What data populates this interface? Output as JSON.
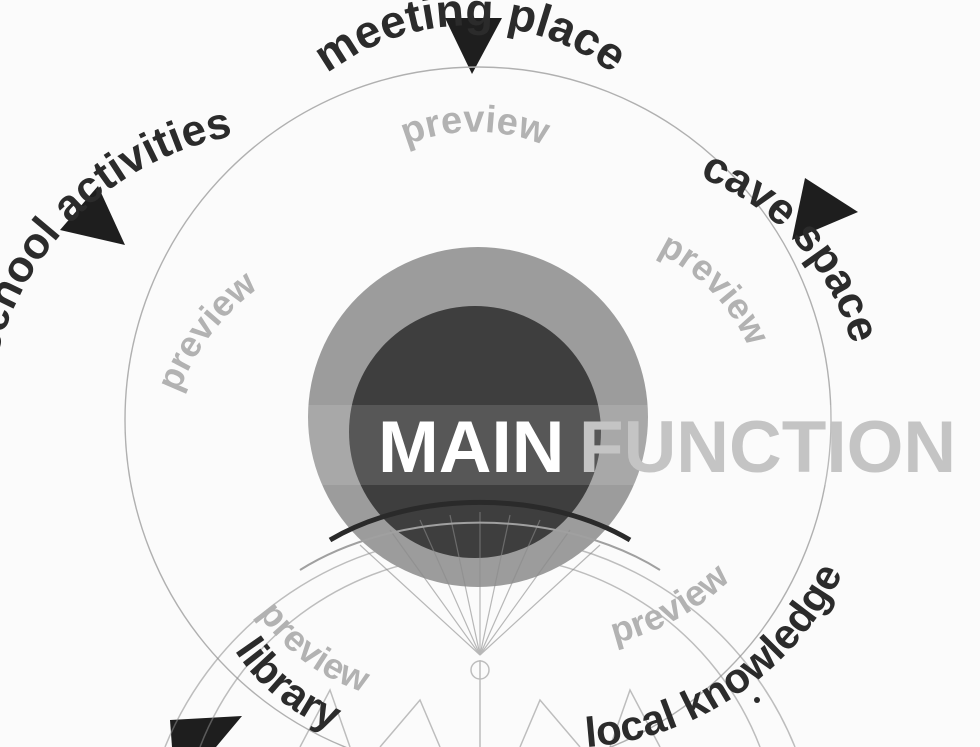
{
  "diagram": {
    "center": {
      "main": "MAIN",
      "function": "FUNCTION"
    },
    "functions": [
      {
        "label": "meeting place",
        "tag": "preview"
      },
      {
        "label": "cave space",
        "tag": "preview"
      },
      {
        "label": "local knowledge",
        "tag": "preview"
      },
      {
        "label": "library",
        "tag": "preview"
      },
      {
        "label": "after school activities",
        "tag": "preview"
      }
    ]
  }
}
